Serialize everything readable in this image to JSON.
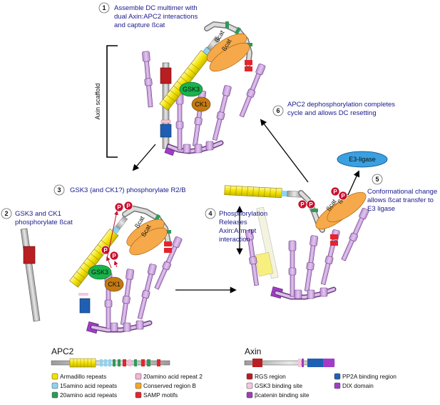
{
  "steps": [
    {
      "num": "1",
      "lines": [
        "Assemble DC multimer with",
        "dual Axin:APC2 interactions",
        "and capture ßcat"
      ]
    },
    {
      "num": "2",
      "lines": [
        "GSK3 and CK1",
        "phosphorylate ßcat"
      ]
    },
    {
      "num": "3",
      "lines": [
        "GSK3 (and CK1?) phosphorylate R2/B"
      ]
    },
    {
      "num": "4",
      "lines": [
        "Phosphorylation",
        "Releases",
        "Axin:Arm rpt",
        "interaction"
      ]
    },
    {
      "num": "5",
      "lines": [
        "Conformational change",
        "allows ßcat transfer to",
        "E3 ligase"
      ]
    },
    {
      "num": "6",
      "lines": [
        "APC2 dephosphorylation completes",
        "cycle and allows DC resetting"
      ]
    }
  ],
  "labels": {
    "axin_scaffold": "Axin scaffold",
    "gsk3": "GSK3",
    "ck1": "CK1",
    "bcat": "ßcat",
    "phospho": "P",
    "e3_ligase": "E3-ligase"
  },
  "legend": {
    "apc2_title": "APC2",
    "axin_title": "Axin",
    "apc2_items": [
      {
        "label": "Armadillo repeats",
        "color": "#f2e300"
      },
      {
        "label": "15amino acid repeats",
        "color": "#8fd3ef"
      },
      {
        "label": "20amino acid repeats",
        "color": "#2e9a5a"
      },
      {
        "label": "20amino acid repeat 2",
        "color": "#f4b6d6"
      },
      {
        "label": "Conserved region B",
        "color": "#f5a623"
      },
      {
        "label": "SAMP motifs",
        "color": "#e3262c"
      }
    ],
    "axin_items": [
      {
        "label": "RGS region",
        "color": "#b81e22"
      },
      {
        "label": "GSK3 binding site",
        "color": "#f4c7dc"
      },
      {
        "label": "βcatenin binding site",
        "color": "#9b3fb5"
      },
      {
        "label": "PP2A binding region",
        "color": "#1f5fb3"
      },
      {
        "label": "DIX domain",
        "color": "#a23cc8"
      }
    ]
  },
  "colors": {
    "axin_purple": "#c9a0dc",
    "axin_gray": "#c8c8c8",
    "text_blue": "#1a1a8c",
    "gsk3_green": "#19b24b",
    "ck1_brown": "#c47a12",
    "bcat_orange": "#f5a94a",
    "phospho_red": "#c8102e",
    "e3_blue": "#3aa0e0"
  }
}
